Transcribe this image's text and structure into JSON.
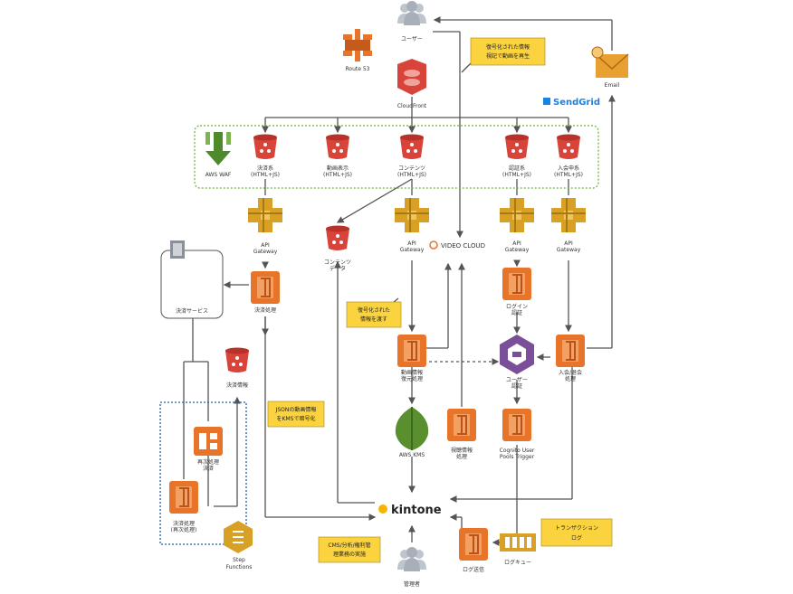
{
  "nodes": {
    "user": "ユーザー",
    "route53": "Route 53",
    "cloudfront": "CloudFront",
    "email": "Email",
    "sendgrid": "SendGrid",
    "waf": "AWS WAF",
    "bucket_payment": [
      "決済系",
      "(HTML+JS)"
    ],
    "bucket_video": [
      "動画表示",
      "(HTML+JS)"
    ],
    "bucket_contents": [
      "コンテンツ",
      "(HTML+JS)"
    ],
    "bucket_login": [
      "認証系",
      "(HTML+JS)"
    ],
    "bucket_register": [
      "入会申系",
      "(HTML+JS)"
    ],
    "bucket_media": [
      "コンテンツ",
      "データ"
    ],
    "api": [
      "API",
      "Gateway"
    ],
    "video_cloud": "VIDEO CLOUD",
    "payment_service": "決済サービス",
    "lambda_payment": "決済処理",
    "bucket_payment_info": "決済情報",
    "lambda_login": [
      "ログイン",
      "認証"
    ],
    "cognito": [
      "ユーザー",
      "認証"
    ],
    "lambda_register": [
      "入会/退会",
      "処理"
    ],
    "lambda_video": [
      "動画情報",
      "復元処理"
    ],
    "kms": "AWS KMS",
    "lambda_views": [
      "視聴情報",
      "処理"
    ],
    "lambda_trigger": [
      "Cognito User",
      "Pools Trigger"
    ],
    "lambda_retry": [
      "再次処理",
      "決済"
    ],
    "lambda_batch": [
      "決済処理",
      "(再次処理)"
    ],
    "step_functions": [
      "Step",
      "Functions"
    ],
    "kintone": "kintone",
    "lambda_log": "ログ送信",
    "log_queue": "ログキュー",
    "admin": "管理者"
  },
  "notes": {
    "encrypted_playback": [
      "復号化された情報",
      "視記で動画を再生"
    ],
    "encrypted_info": [
      "復号化された",
      "情報を渡す"
    ],
    "json_kms": [
      "JSONの動画情報",
      "をKMSで暗号化"
    ],
    "cms": [
      "CMS/分析/権利管",
      "理業務の実施"
    ],
    "transaction": [
      "トランザクション",
      "ログ"
    ]
  },
  "colors": {
    "s3": "#d9443a",
    "lambda": "#e8742a",
    "apigw": "#d8a126",
    "kms": "#5a8f30",
    "waf": "#4f8a2a",
    "cognito": "#7a4f98",
    "note": "#fbd33f",
    "sendgrid": "#1a82e2",
    "kintone": "#f6b600",
    "group_green": "#6db33f",
    "group_blue": "#1f5fa8",
    "line": "#555555"
  }
}
